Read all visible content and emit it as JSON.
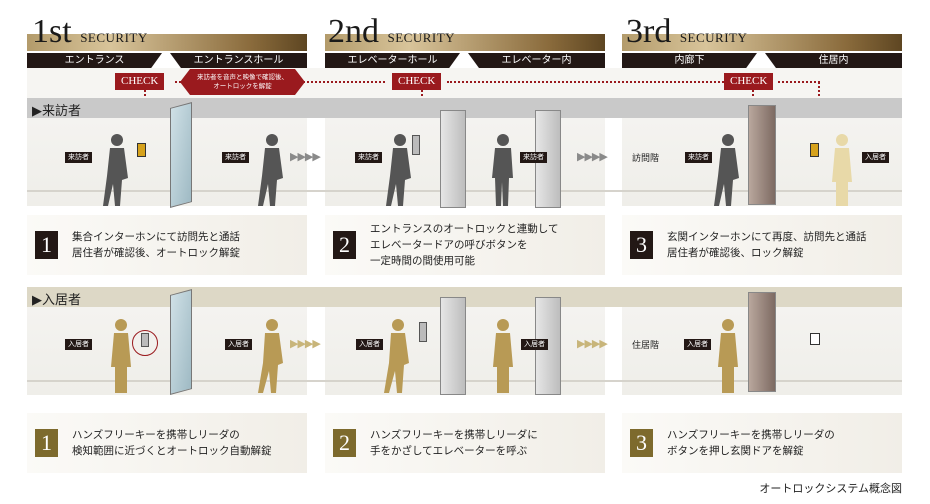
{
  "stages": [
    {
      "num": "1st",
      "word": "SECURITY",
      "tabs": [
        "エントランス",
        "エントランスホール"
      ]
    },
    {
      "num": "2nd",
      "word": "SECURITY",
      "tabs": [
        "エレベーターホール",
        "エレベーター内"
      ]
    },
    {
      "num": "3rd",
      "word": "SECURITY",
      "tabs": [
        "内廊下",
        "住居内"
      ]
    }
  ],
  "check_label": "CHECK",
  "check_note": [
    "来訪者を音声と映像で確認後、",
    "オートロックを解錠"
  ],
  "visitor": {
    "section_label": "▶来訪者",
    "tag": "来訪者",
    "floor_label": "訪問階",
    "resident_tag": "入居者",
    "steps": [
      {
        "num": "1",
        "lines": [
          "集合インターホンにて訪問先と通話",
          "居住者が確認後、オートロック解錠"
        ]
      },
      {
        "num": "2",
        "lines": [
          "エントランスのオートロックと連動して",
          "エレベータードアの呼びボタンを",
          "一定時間の間使用可能"
        ]
      },
      {
        "num": "3",
        "lines": [
          "玄関インターホンにて再度、訪問先と通話",
          "居住者が確認後、ロック解錠"
        ]
      }
    ]
  },
  "resident": {
    "section_label": "▶入居者",
    "tag": "入居者",
    "floor_label": "住居階",
    "steps": [
      {
        "num": "1",
        "lines": [
          "ハンズフリーキーを携帯しリーダの",
          "検知範囲に近づくとオートロック自動解錠"
        ]
      },
      {
        "num": "2",
        "lines": [
          "ハンズフリーキーを携帯しリーダに",
          "手をかざしてエレベーターを呼ぶ"
        ]
      },
      {
        "num": "3",
        "lines": [
          "ハンズフリーキーを携帯しリーダの",
          "ボタンを押し玄関ドアを解錠"
        ]
      }
    ]
  },
  "arrows": "▶▶▶▶",
  "caption": "オートロックシステム概念図",
  "colors": {
    "check": "#9a1a1e",
    "dark": "#231815",
    "gold": "#7d6a2d",
    "silhouette_visitor": "#555555",
    "silhouette_resident": "#b89a55"
  }
}
